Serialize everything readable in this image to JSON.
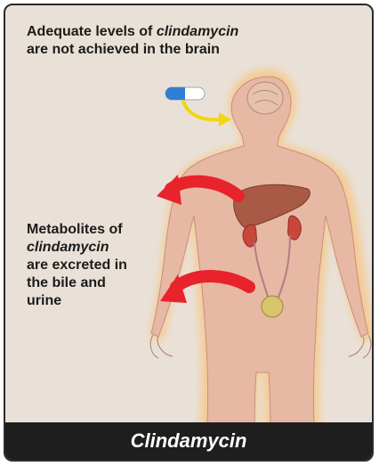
{
  "top_note": {
    "line1_prefix": "Adequate levels of ",
    "line1_drug": "clindamycin",
    "line2": "are not achieved in the brain"
  },
  "side_note": {
    "line1": "Metabolites of",
    "line2_drug": "clindamycin",
    "line3": "are excreted in",
    "line4": "the bile and",
    "line5": "urine"
  },
  "footer": {
    "title": "Clindamycin"
  },
  "colors": {
    "background": "#e9e1d8",
    "body_glow": "#f5c98f",
    "body_fill": "#e7b8a3",
    "arrow_red": "#e8232b",
    "arrow_yellow": "#f2d60e",
    "pill_blue": "#2f7fd6",
    "liver": "#a85a45",
    "kidney": "#c9463b",
    "bladder": "#d8c46a",
    "footer_bg": "#1e1e1e"
  },
  "icons": [
    "capsule-icon",
    "yellow-arrow-icon",
    "red-arrow-icon"
  ]
}
